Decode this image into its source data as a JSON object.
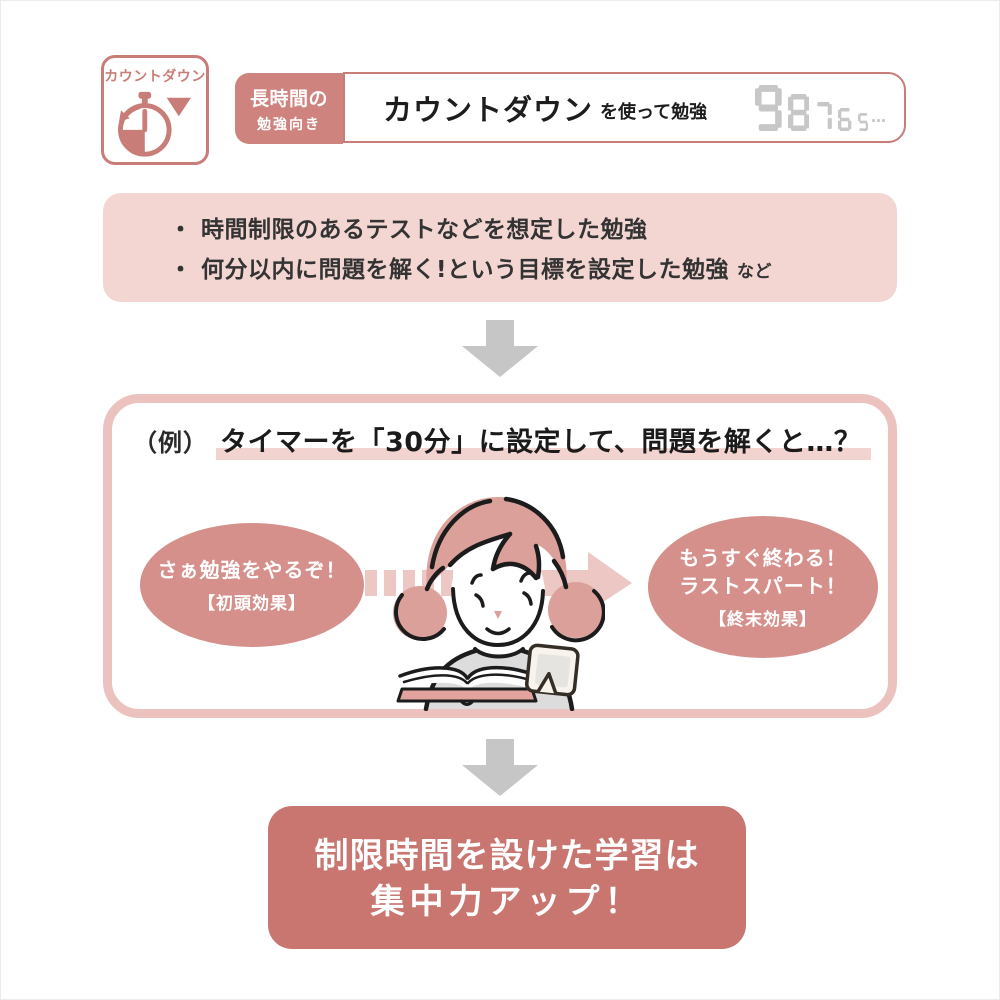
{
  "badge": {
    "label": "カウントダウン"
  },
  "header": {
    "tag_line1": "長時間の",
    "tag_line2": "勉強向き",
    "title_strong": "カウントダウン",
    "title_rest": "を使って勉強",
    "timer_digits": "98765",
    "timer_ellipsis": "…"
  },
  "intro_box": {
    "bullets": [
      {
        "text": "・ 時間制限のあるテストなどを想定した勉強",
        "suffix": ""
      },
      {
        "text": "・ 何分以内に問題を解く!という目標を設定した勉強",
        "suffix": "など"
      }
    ]
  },
  "example_box": {
    "label": "（例）",
    "title": "タイマーを「30分」に設定して、問題を解くと…？",
    "start_bubble": {
      "line1": "さぁ勉強をやるぞ！",
      "note": "【初頭効果】"
    },
    "end_bubble": {
      "line1": "もうすぐ終わる！",
      "line2": "ラストスパート！",
      "note": "【終末効果】"
    }
  },
  "conclusion_box": {
    "line1": "制限時間を設けた学習は",
    "line2": "集中力アップ！"
  },
  "colors": {
    "accent_dark": "#c97671",
    "rose": "#d6908c",
    "rose_border": "#c87d78",
    "tag_pink": "#cf837e",
    "light_pink": "#f3d6d2",
    "pale_border": "#ecc2be",
    "underline_pink": "#f3d3cf",
    "flow_arrow_pink": "#ecc7c3",
    "hair_pink": "#dca09b",
    "gray_arrow": "#c6c6c6",
    "digit_gray": "#c7c7c7"
  }
}
